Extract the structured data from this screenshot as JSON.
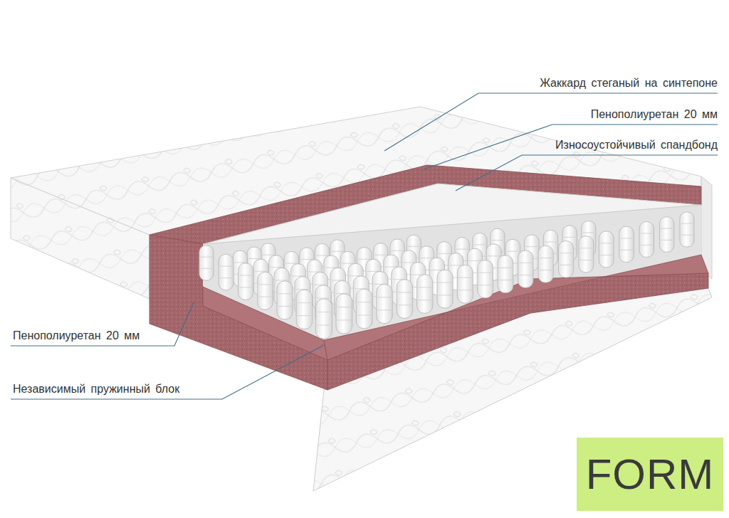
{
  "diagram": {
    "nodes": [
      {
        "text": [
          "FORM"
        ]
      }
    ],
    "labels": [
      "Жаккард стеганый на синтепоне",
      "Пенополиуретан 20 мм",
      "Износоустойчивый спандбонд",
      "Пенополиуретан 20 мм",
      "Независимый пружинный блок"
    ]
  }
}
